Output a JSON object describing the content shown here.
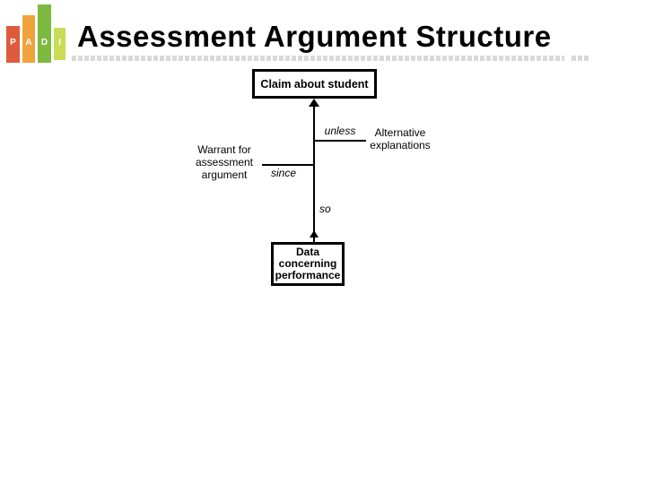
{
  "slide": {
    "title": "Assessment Argument Structure",
    "logo": {
      "letters": [
        "P",
        "A",
        "D",
        "I"
      ],
      "bar_colors": [
        "#DE5B3D",
        "#F0A33C",
        "#7CBA3F",
        "#C9DC55"
      ]
    },
    "colors": {
      "text": "#000000",
      "underline_dash": "#D9D9D9",
      "line": "#000000"
    },
    "diagram": {
      "claim_box_label": "Claim about student",
      "unless_label": "unless",
      "alternative_lines": [
        "Alternative",
        "explanations"
      ],
      "warrant_lines": [
        "Warrant for",
        "assessment",
        "argument"
      ],
      "since_label": "since",
      "so_label": "so",
      "data_box_lines": [
        "Data",
        "concerning",
        "performance"
      ]
    }
  }
}
